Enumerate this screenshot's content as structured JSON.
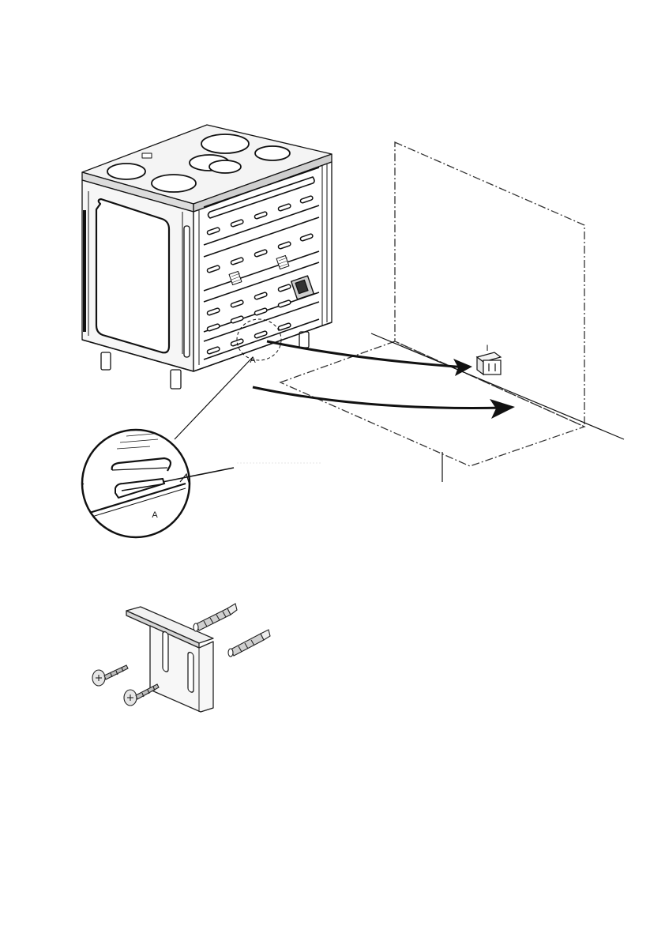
{
  "diagram": {
    "callout_label_main": "A",
    "callout_label_detail": "A",
    "wall_marker": "I",
    "colors": {
      "line": "#111111",
      "dash": "#333333",
      "fill_light": "#f4f4f4",
      "fill_mid": "#d9d9d9"
    },
    "icons": [
      "cooker-icon",
      "wall-icon",
      "bracket-icon",
      "screw-icon",
      "wall-plug-icon",
      "arrow-icon"
    ]
  }
}
